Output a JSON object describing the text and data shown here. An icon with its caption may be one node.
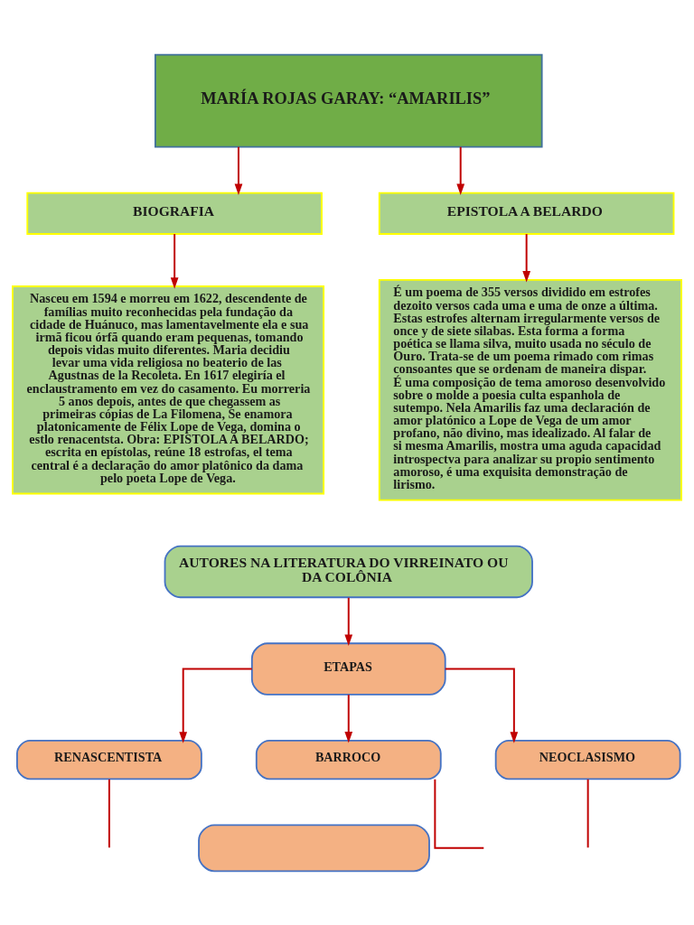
{
  "diagram": {
    "nodes": [
      {
        "text": [
          "MARÍA ROJAS GARAY: “AMARILIS”"
        ]
      },
      {
        "text": [
          "BIOGRAFIA"
        ]
      },
      {
        "text": [
          "EPISTOLA A BELARDO"
        ]
      },
      {
        "text": [
          "Nasceu em 1594 e morreu em 1622, descendente de famílias muito reconhecidas pela fundação da cidade de Huánuco, mas lamentavelmente ela e sua irmã ficou órfã quando eram pequenas, tomando depois vidas muito diferentes. Maria decidiu levar uma vida religiosa no beaterio de las Agustnas de la Recoleta. En 1617 elegiría el enclaustramento em vez do casamento. Eu morreria 5 anos depois, antes de que chegassem as primeiras cópias de La Filomena, Se enamora platonicamente de Félix Lope de Vega, domina o estlo renacentsta. Obra: EPISTOLA A BELARDO; escrita en epístolas, reúne 18 estrofas, el tema central é a declaração do amor platônico da dama pelo poeta Lope de Vega."
        ]
      },
      {
        "text": [
          "É um poema de 355 versos dividido em estrofes dezoito versos cada uma e uma de onze a última. Estas estrofes alternam irregularmente versos de once y de siete silabas. Esta forma a forma poética se llama silva, muito usada no século de Ouro. Trata-se de um poema rimado com rimas consoantes que se ordenam de maneira dispar.",
          "É uma composição de tema amoroso desenvolvido sobre o molde a poesia culta espanhola de sutempo. Nela Amarilis faz uma declaración de amor platónico a Lope de Vega de um amor profano, não divino, mas idealizado. Al falar de si mesma Amarilis, mostra uma aguda capacidad introspectva para analizar su propio sentimento amoroso, é uma exquisita demonstração de lirismo."
        ]
      },
      {
        "text": [
          "AUTORES NA LITERATURA DO VIRREINATO OU DA COLÔNIA"
        ]
      },
      {
        "text": [
          "ETAPAS"
        ]
      },
      {
        "text": [
          "RENASCENTISTA"
        ]
      },
      {
        "text": [
          "BARROCO"
        ]
      },
      {
        "text": [
          "NEOCLASISMO"
        ]
      },
      {
        "text": [],
        "shape": "box"
      }
    ],
    "edges": [
      {
        "from": 0,
        "to": 1,
        "arrow": "to"
      },
      {
        "from": 0,
        "to": 2,
        "arrow": "to"
      },
      {
        "from": 1,
        "to": 3,
        "arrow": "to"
      },
      {
        "from": 2,
        "to": 4,
        "arrow": "to"
      },
      {
        "from": 5,
        "to": 6,
        "arrow": "to"
      },
      {
        "from": 6,
        "to": 7,
        "arrow": "to"
      },
      {
        "from": 6,
        "to": 8,
        "arrow": "to"
      },
      {
        "from": 6,
        "to": 9,
        "arrow": "to"
      },
      {
        "from": 7,
        "to": null,
        "arrow": "none"
      },
      {
        "from": 8,
        "to": null,
        "arrow": "none"
      },
      {
        "from": 9,
        "to": null,
        "arrow": "none"
      }
    ]
  }
}
